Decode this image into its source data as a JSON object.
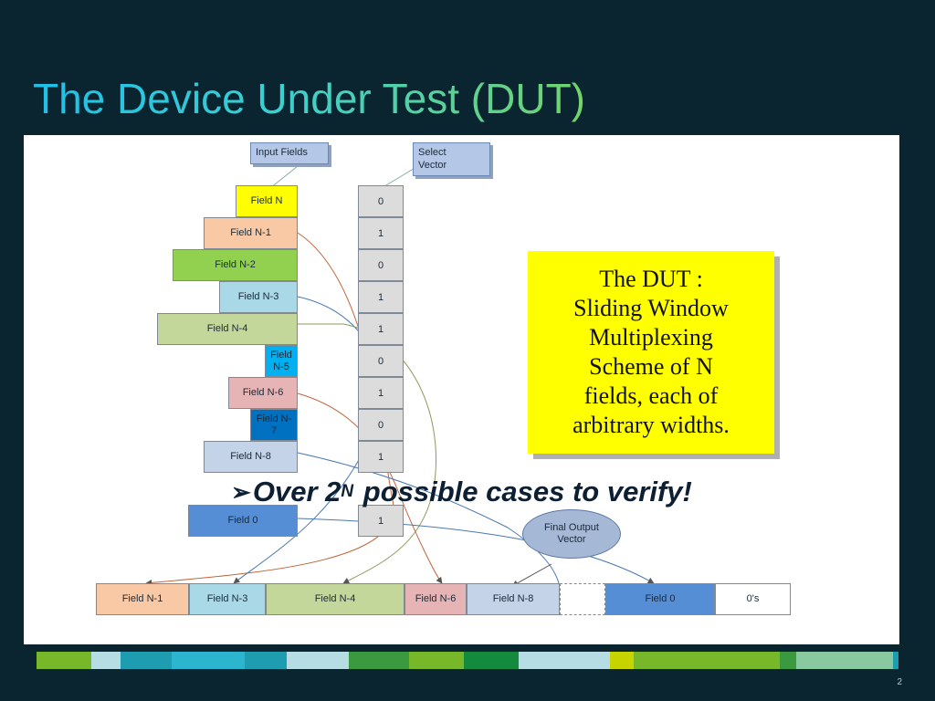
{
  "slide": {
    "title": "The Device Under Test (DUT)",
    "page_number": "2"
  },
  "diagram": {
    "callouts": {
      "input_fields": "Input Fields",
      "select_vector_line1": "Select",
      "select_vector_line2": "Vector",
      "final_output_line1": "Final Output",
      "final_output_line2": "Vector"
    },
    "input_fields": [
      {
        "label": "Field N",
        "color": "#ffff00"
      },
      {
        "label": "Field N-1",
        "color": "#f8c9a4"
      },
      {
        "label": "Field N-2",
        "color": "#92d050"
      },
      {
        "label": "Field N-3",
        "color": "#a9d8e6"
      },
      {
        "label": "Field N-4",
        "color": "#c4d79b"
      },
      {
        "label": "Field N-5",
        "color": "#00b0f0",
        "label_line1": "Field",
        "label_line2": "N-5"
      },
      {
        "label": "Field N-6",
        "color": "#e6b4b4"
      },
      {
        "label": "Field N-7",
        "color": "#0070c0",
        "label_line1": "Field N-",
        "label_line2": "7"
      },
      {
        "label": "Field N-8",
        "color": "#c5d3e8"
      },
      {
        "label": "Field 0",
        "color": "#558ed5"
      }
    ],
    "select_vector": [
      "0",
      "1",
      "0",
      "1",
      "1",
      "0",
      "1",
      "0",
      "1",
      "1"
    ],
    "output_fields": [
      {
        "label": "Field N-1",
        "color": "#f8c9a4"
      },
      {
        "label": "Field N-3",
        "color": "#a9d8e6"
      },
      {
        "label": "Field N-4",
        "color": "#c4d79b"
      },
      {
        "label": "Field N-6",
        "color": "#e6b4b4"
      },
      {
        "label": "Field N-8",
        "color": "#c5d3e8"
      },
      {
        "label": "",
        "color": "#ffffff"
      },
      {
        "label": "Field 0",
        "color": "#558ed5"
      },
      {
        "label": "0's",
        "color": "#ffffff"
      }
    ],
    "dut_note": {
      "line1": "The DUT :",
      "line2": "Sliding Window",
      "line3": "Multiplexing",
      "line4": "Scheme of N",
      "line5": "fields, each of",
      "line6": "arbitrary widths."
    },
    "wire_colors": {
      "brown": "#c0643a",
      "olive": "#8a9a5b",
      "blue": "#4a78b0",
      "tan": "#b08a50"
    }
  },
  "overlay": {
    "bullet_icon": "arrow-bullet-icon",
    "bullet": "➢",
    "text_before": "Over 2",
    "superscript": "N",
    "text_after": " possible cases to verify!"
  },
  "footer_bar_colors": [
    "#76b82a",
    "#b6dde4",
    "#1e9db1",
    "#2bb5cf",
    "#1e9db1",
    "#b6dde4",
    "#3b9a3f",
    "#76b82a",
    "#138a3e",
    "#b6dde4",
    "#c8d400",
    "#76b82a",
    "#3b9a3f",
    "#88c9a0",
    "#1e9db1"
  ]
}
